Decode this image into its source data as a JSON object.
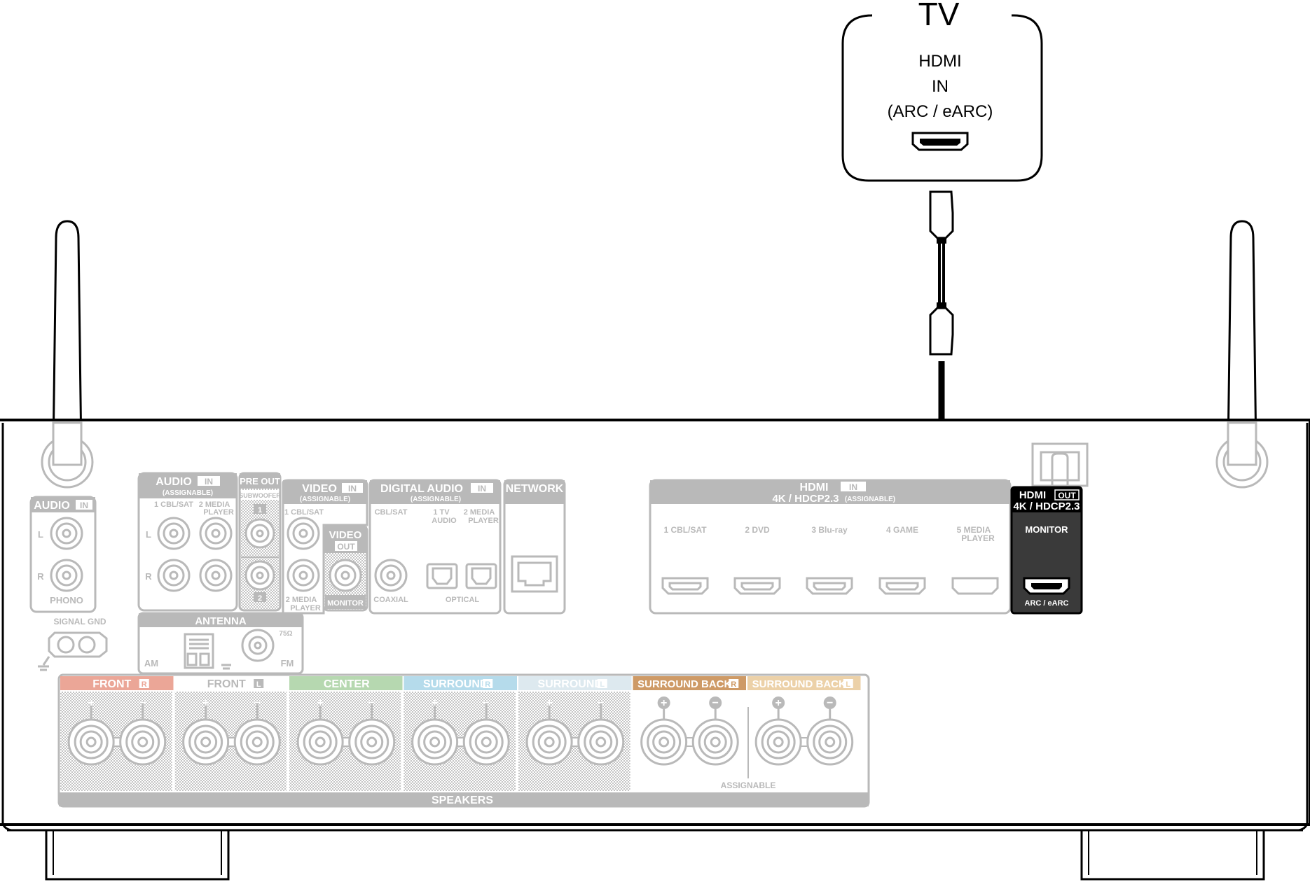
{
  "tv": {
    "title": "TV",
    "port_line1": "HDMI",
    "port_line2": "IN",
    "port_line3": "(ARC / eARC)"
  },
  "panel": {
    "audio_in_phono": {
      "header": "AUDIO",
      "header_tag": "IN",
      "label": "PHONO",
      "ch_l": "L",
      "ch_r": "R"
    },
    "signal_gnd": "SIGNAL GND",
    "audio_in_assignable": {
      "header": "AUDIO",
      "header_tag": "IN",
      "sub": "(ASSIGNABLE)",
      "col1": "1 CBL/SAT",
      "col2_a": "2  MEDIA",
      "col2_b": "PLAYER",
      "ch_l": "L",
      "ch_r": "R"
    },
    "pre_out": {
      "header": "PRE OUT",
      "sub": "SUBWOOFER",
      "num1": "1",
      "num2": "2"
    },
    "video_in": {
      "header": "VIDEO",
      "header_tag": "IN",
      "sub": "(ASSIGNABLE)",
      "col1": "1 CBL/SAT",
      "col2_a": "2  MEDIA",
      "col2_b": "PLAYER"
    },
    "video_out": {
      "header": "VIDEO",
      "header_tag": "OUT",
      "label": "MONITOR"
    },
    "digital_audio": {
      "header": "DIGITAL AUDIO",
      "header_tag": "IN",
      "sub": "(ASSIGNABLE)",
      "col1": "CBL/SAT",
      "col2_a": "1    TV",
      "col2_b": "AUDIO",
      "col3_a": "2  MEDIA",
      "col3_b": "PLAYER",
      "coaxial": "COAXIAL",
      "optical": "OPTICAL"
    },
    "network": {
      "header": "NETWORK"
    },
    "hdmi_in": {
      "header": "HDMI",
      "header_tag": "IN",
      "sub": "4K / HDCP2.3",
      "sub_small": "(ASSIGNABLE)",
      "inputs": [
        "1  CBL/SAT",
        "2  DVD",
        "3  Blu-ray",
        "4  GAME",
        "5  MEDIA"
      ],
      "input5_line2": "PLAYER"
    },
    "hdmi_out": {
      "header": "HDMI",
      "header_tag": "OUT",
      "sub": "4K / HDCP2.3",
      "label": "MONITOR",
      "port_label": "ARC / eARC"
    },
    "antenna": {
      "header": "ANTENNA",
      "am": "AM",
      "fm": "FM",
      "ohm": "75Ω"
    },
    "speakers": {
      "footer": "SPEAKERS",
      "assignable": "ASSIGNABLE",
      "groups": [
        {
          "name": "FRONT",
          "tag": "R",
          "color": "#eba697"
        },
        {
          "name": "FRONT",
          "tag": "L",
          "color": "#ffffff"
        },
        {
          "name": "CENTER",
          "tag": "",
          "color": "#b6d8b0"
        },
        {
          "name": "SURROUND",
          "tag": "R",
          "color": "#b5dbeb"
        },
        {
          "name": "SURROUND",
          "tag": "L",
          "color": "#dde9ef"
        },
        {
          "name": "SURROUND BACK",
          "tag": "R",
          "color": "#ce9a66"
        },
        {
          "name": "SURROUND BACK",
          "tag": "L",
          "color": "#ecd1a8"
        }
      ],
      "plus": "+",
      "minus": "−"
    }
  },
  "colors": {
    "outline": "#000000",
    "panel_gray": "#b9b9b9",
    "highlight": "#333333",
    "cable": "#000000"
  }
}
